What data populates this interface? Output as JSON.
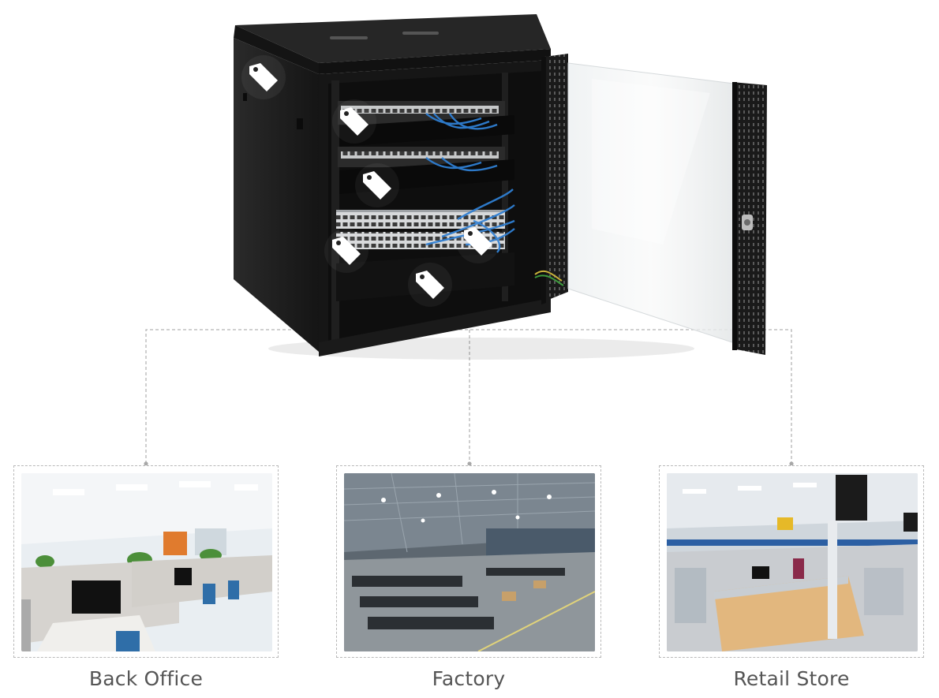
{
  "scenarios": [
    {
      "label": "Back Office"
    },
    {
      "label": "Factory"
    },
    {
      "label": "Retail Store"
    }
  ],
  "hotspots": [
    {
      "icon": "price-tag-icon",
      "target": "side-panel"
    },
    {
      "icon": "price-tag-icon",
      "target": "patch-panel-top"
    },
    {
      "icon": "price-tag-icon",
      "target": "cable-manager"
    },
    {
      "icon": "price-tag-icon",
      "target": "switch"
    },
    {
      "icon": "price-tag-icon",
      "target": "cabling"
    },
    {
      "icon": "price-tag-icon",
      "target": "shelf"
    }
  ],
  "colors": {
    "cabinet": "#1c1c1c",
    "connector": "#b5b5b5",
    "caption": "#555555",
    "cable": "#2f7fd3"
  }
}
